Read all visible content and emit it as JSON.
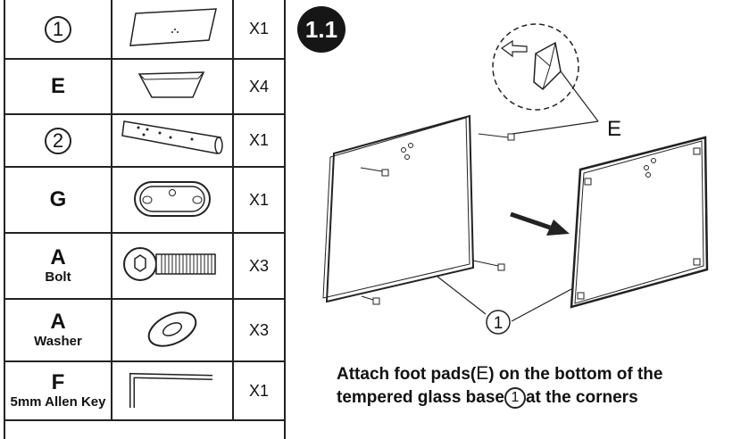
{
  "parts": [
    {
      "id_circle": "1",
      "id": "",
      "name": "",
      "qty": "X1",
      "icon": "tempered-glass-base"
    },
    {
      "id_circle": "",
      "id": "E",
      "name": "",
      "qty": "X4",
      "icon": "foot-pad"
    },
    {
      "id_circle": "2",
      "id": "",
      "name": "",
      "qty": "X1",
      "icon": "tube-pole"
    },
    {
      "id_circle": "",
      "id": "G",
      "name": "",
      "qty": "X1",
      "icon": "base-plate"
    },
    {
      "id_circle": "",
      "id": "A",
      "name": "Bolt",
      "qty": "X3",
      "icon": "bolt"
    },
    {
      "id_circle": "",
      "id": "A",
      "name": "Washer",
      "qty": "X3",
      "icon": "washer"
    },
    {
      "id_circle": "",
      "id": "F",
      "name": "5mm Allen Key",
      "qty": "X1",
      "icon": "allen-key"
    }
  ],
  "step": {
    "badge": "1.1",
    "callout_e": "E",
    "callout_1": "1"
  },
  "instruction": {
    "part1": "Attach foot pads(",
    "part_e": "E",
    "part2": ") on the bottom of the",
    "part3": "tempered glass base",
    "part_circle": "1",
    "part4": "at the corners"
  }
}
